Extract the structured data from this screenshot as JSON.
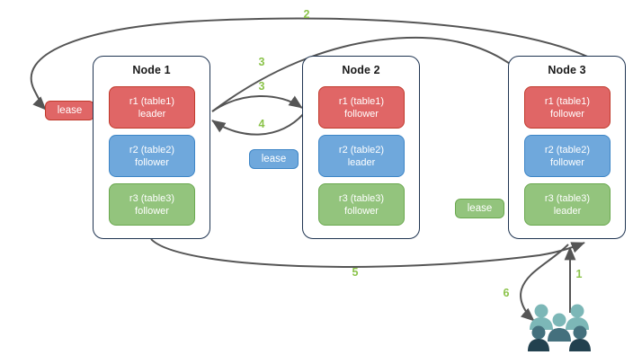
{
  "diagram": {
    "title": "distributed-cluster-lease-diagram",
    "background_color": "#ffffff",
    "accent_step_color": "#8bc34a",
    "edge_color": "#555555",
    "node_border_color": "#1f3451"
  },
  "colors": {
    "replica_r1_fill": "#e06666",
    "replica_r1_border": "#c0392b",
    "replica_r2_fill": "#6fa8dc",
    "replica_r2_border": "#3d85c6",
    "replica_r3_fill": "#93c47d",
    "replica_r3_border": "#6aa84f"
  },
  "nodes": [
    {
      "id": "node1",
      "title": "Node 1",
      "replicas": [
        {
          "name": "r1 (table1)",
          "role": "leader",
          "color": "red"
        },
        {
          "name": "r2 (table2)",
          "role": "follower",
          "color": "blue"
        },
        {
          "name": "r3 (table3)",
          "role": "follower",
          "color": "green"
        }
      ]
    },
    {
      "id": "node2",
      "title": "Node 2",
      "replicas": [
        {
          "name": "r1 (table1)",
          "role": "follower",
          "color": "red"
        },
        {
          "name": "r2 (table2)",
          "role": "leader",
          "color": "blue"
        },
        {
          "name": "r3 (table3)",
          "role": "follower",
          "color": "green"
        }
      ]
    },
    {
      "id": "node3",
      "title": "Node 3",
      "replicas": [
        {
          "name": "r1 (table1)",
          "role": "follower",
          "color": "red"
        },
        {
          "name": "r2 (table2)",
          "role": "follower",
          "color": "blue"
        },
        {
          "name": "r3 (table3)",
          "role": "leader",
          "color": "green"
        }
      ]
    }
  ],
  "leases": [
    {
      "id": "lease-r1",
      "label": "lease",
      "color": "red"
    },
    {
      "id": "lease-r2",
      "label": "lease",
      "color": "blue"
    },
    {
      "id": "lease-r3",
      "label": "lease",
      "color": "green"
    }
  ],
  "steps": [
    {
      "id": "step-1",
      "label": "1"
    },
    {
      "id": "step-2",
      "label": "2"
    },
    {
      "id": "step-3a",
      "label": "3"
    },
    {
      "id": "step-3b",
      "label": "3"
    },
    {
      "id": "step-4",
      "label": "4"
    },
    {
      "id": "step-5",
      "label": "5"
    },
    {
      "id": "step-6",
      "label": "6"
    }
  ],
  "actors": {
    "users_icon": "users-group-icon"
  }
}
